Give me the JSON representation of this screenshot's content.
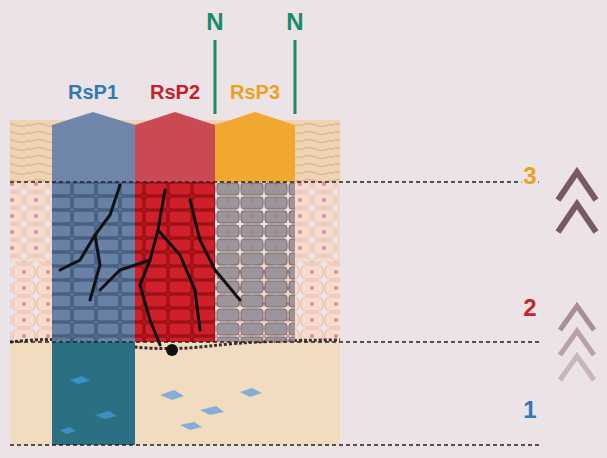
{
  "diagram": {
    "labels": [
      "RsP1",
      "RsP2",
      "RsP3",
      "N",
      "N",
      "3",
      "2",
      "1"
    ]
  }
}
